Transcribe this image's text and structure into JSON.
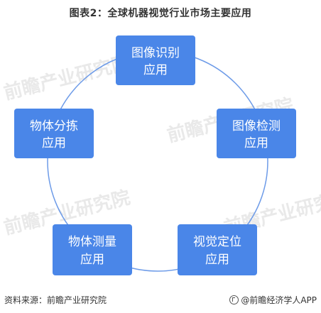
{
  "title": "图表2：全球机器视觉行业市场主要应用",
  "nodes": [
    {
      "line1": "图像识别",
      "line2": "应用"
    },
    {
      "line1": "图像检测",
      "line2": "应用"
    },
    {
      "line1": "视觉定位",
      "line2": "应用"
    },
    {
      "line1": "物体测量",
      "line2": "应用"
    },
    {
      "line1": "物体分拣",
      "line2": "应用"
    }
  ],
  "footer": {
    "source": "资料来源：前瞻产业研究院",
    "brand": "@前瞻经济学人APP"
  },
  "watermark": {
    "text": "前瞻产业研究院"
  },
  "colors": {
    "node_fill": "#4a86e8",
    "ring_stroke": "#6d9be8",
    "watermark": "#e9e9e9"
  }
}
